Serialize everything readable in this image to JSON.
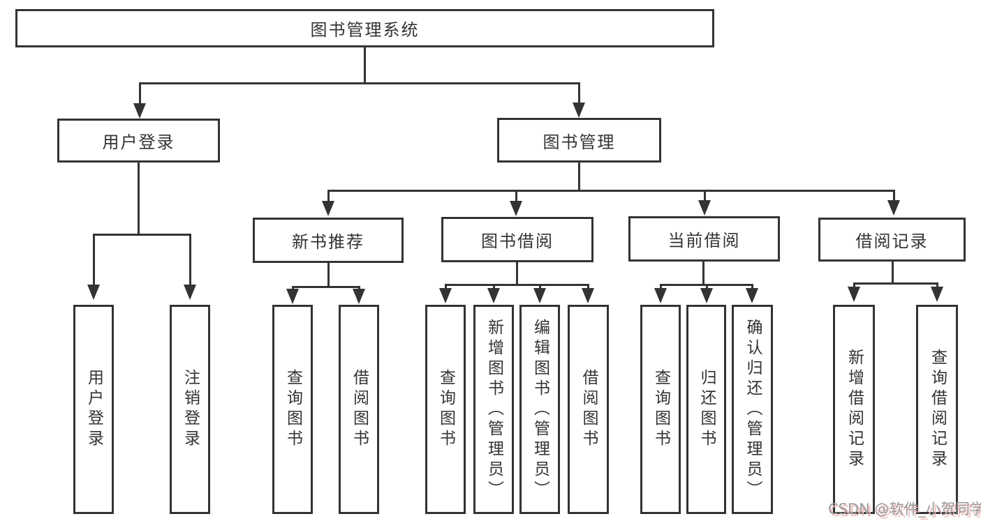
{
  "tree": {
    "label": "图书管理系统",
    "children": [
      {
        "label": "用户登录",
        "children": [
          {
            "label": "用户登录"
          },
          {
            "label": "注销登录"
          }
        ]
      },
      {
        "label": "图书管理",
        "children": [
          {
            "label": "新书推荐",
            "children": [
              {
                "label": "查询图书"
              },
              {
                "label": "借阅图书"
              }
            ]
          },
          {
            "label": "图书借阅",
            "children": [
              {
                "label": "查询图书"
              },
              {
                "label": "新增图书（管理员）"
              },
              {
                "label": "编辑图书（管理员）"
              },
              {
                "label": "借阅图书"
              }
            ]
          },
          {
            "label": "当前借阅",
            "children": [
              {
                "label": "查询图书"
              },
              {
                "label": "归还图书"
              },
              {
                "label": "确认归还（管理员）"
              }
            ]
          },
          {
            "label": "借阅记录",
            "children": [
              {
                "label": "新增借阅记录"
              },
              {
                "label": "查询借阅记录"
              }
            ]
          }
        ]
      }
    ]
  },
  "watermark": {
    "text": "CSDN @软件_小贺同学"
  },
  "colors": {
    "line": "#333333",
    "box_border": "#333333",
    "box_fill": "#ffffff",
    "text": "#333333",
    "watermark_gray": "#999999",
    "watermark_pink": "#f0bdbd",
    "background": "#ffffff"
  }
}
